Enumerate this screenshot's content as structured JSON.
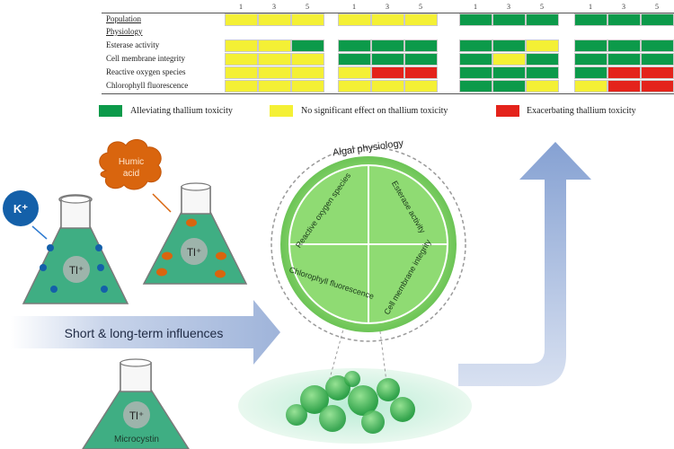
{
  "heatmap": {
    "rows": [
      "Population",
      "Physiology",
      "Esterase activity",
      "Cell membrane integrity",
      "Reactive oxygen species",
      "Chlorophyll fluorescence"
    ],
    "column_numbers": [
      "1",
      "3",
      "5"
    ],
    "palette": {
      "G": "#0c9a4a",
      "Y": "#f4f035",
      "R": "#e4231b",
      "W": "#ffffff"
    },
    "blocks": [
      {
        "rows": [
          "YYY",
          "WWW",
          "YYG",
          "YYY",
          "YYY",
          "YYY"
        ]
      },
      {
        "rows": [
          "YYY",
          "WWW",
          "GGG",
          "GGG",
          "YRR",
          "YYY"
        ]
      },
      {
        "rows": [
          "GGG",
          "WWW",
          "GGY",
          "GYG",
          "GGG",
          "GGY"
        ]
      },
      {
        "rows": [
          "GGG",
          "WWW",
          "GGG",
          "GGG",
          "GRR",
          "YRR"
        ]
      }
    ]
  },
  "legend": [
    {
      "label": "Alleviating thallium toxicity",
      "color": "#0c9a4a"
    },
    {
      "label": "No significant effect on thallium toxicity",
      "color": "#f4f035"
    },
    {
      "label": "Exacerbating thallium toxicity",
      "color": "#e4231b"
    }
  ],
  "diagram": {
    "potassium_label": "K⁺",
    "humic_acid_label": "Humic\nacid",
    "thallium_label": "Tl⁺",
    "microcystin_label": "Microcystin",
    "arrow_label": "Short & long-term influences",
    "circle_title": "Algal physiology",
    "pie_labels": {
      "ros": "Reactive oxygen species",
      "esterase": "Esterase activity",
      "chlorophyll": "Chlorophyll fluorescence",
      "membrane": "Cell membrane integrity"
    },
    "colors": {
      "flask_fill": "#3fae83",
      "circle_fill": "#8fdb73",
      "arrow_fill": "#a9bcdc",
      "cloud_fill": "#d9650e",
      "potassium_fill": "#1460a9"
    }
  }
}
